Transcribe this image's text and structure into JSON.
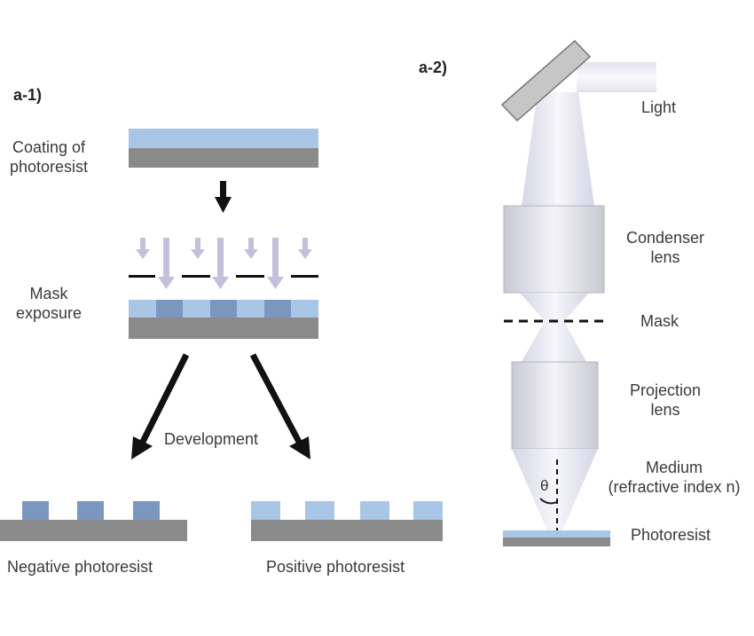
{
  "panel_a1": {
    "title": "a-1)",
    "coating_label_line1": "Coating of",
    "coating_label_line2": "photoresist",
    "mask_label_line1": "Mask",
    "mask_label_line2": "exposure",
    "development_label": "Development",
    "negative_label": "Negative photoresist",
    "positive_label": "Positive photoresist"
  },
  "panel_a2": {
    "title": "a-2)",
    "light_label": "Light",
    "condenser_label_line1": "Condenser",
    "condenser_label_line2": "lens",
    "mask_label": "Mask",
    "projection_label_line1": "Projection",
    "projection_label_line2": "lens",
    "medium_label_line1": "Medium",
    "medium_label_line2": "(refractive index n)",
    "angle_symbol": "θ",
    "photoresist_label": "Photoresist"
  },
  "colors": {
    "photoresist": "#a9c6e6",
    "exposed_resist": "#7c97bf",
    "substrate": "#8a8a8a",
    "exposure_arrow": "#c4c0dc",
    "black_arrow": "#111111",
    "lens_body": "#dcdde6",
    "light_beam": "#e6e6f2"
  }
}
